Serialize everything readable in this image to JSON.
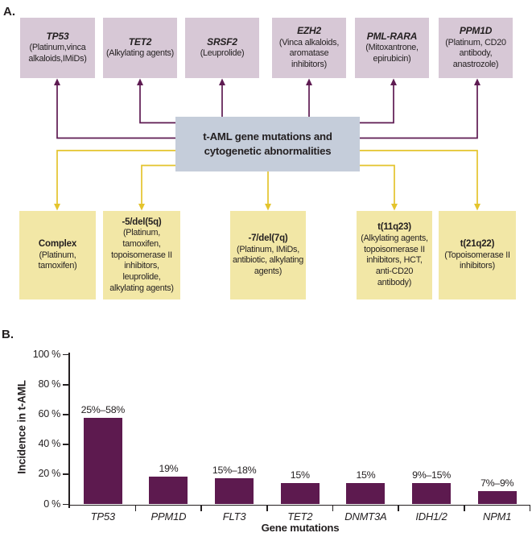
{
  "panel_a": {
    "label": "A.",
    "hub": {
      "text": "t-AML gene mutations and cytogenetic abnormalities"
    },
    "top_boxes": [
      {
        "gene": "TP53",
        "drugs": "(Platinum,vinca alkaloids,IMiDs)"
      },
      {
        "gene": "TET2",
        "drugs": "(Alkylating agents)"
      },
      {
        "gene": "SRSF2",
        "drugs": "(Leuprolide)"
      },
      {
        "gene": "EZH2",
        "drugs": "(Vinca alkaloids, aromatase inhibitors)"
      },
      {
        "gene": "PML-RARA",
        "drugs": "(Mitoxantrone, epirubicin)"
      },
      {
        "gene": "PPM1D",
        "drugs": "(Platinum, CD20 antibody, anastrozole)"
      }
    ],
    "bottom_boxes": [
      {
        "abnormality": "Complex",
        "drugs": "(Platinum, tamoxifen)"
      },
      {
        "abnormality": "-5/del(5q)",
        "drugs": "(Platinum, tamoxifen, topoisomerase II inhibitors, leuprolide, alkylating agents)"
      },
      {
        "abnormality": "-7/del(7q)",
        "drugs": "(Platinum, IMiDs, antibiotic, alkylating agents)"
      },
      {
        "abnormality": "t(11q23)",
        "drugs": "(Alkylating agents, topoisomerase II inhibitors, HCT, anti-CD20 antibody)"
      },
      {
        "abnormality": "t(21q22)",
        "drugs": "(Topoisomerase II inhibitors)"
      }
    ],
    "colors": {
      "gene_box": "#d7c8d6",
      "hub_box": "#c5cdda",
      "abnormality_box": "#f2e7a6",
      "gene_arrow": "#5e1b52",
      "abnormality_arrow": "#e4c42d"
    }
  },
  "panel_b": {
    "label": "B."
  },
  "chart_data": {
    "type": "bar",
    "categories": [
      "TP53",
      "PPM1D",
      "FLT3",
      "TET2",
      "DNMT3A",
      "IDH1/2",
      "NPM1"
    ],
    "values": [
      58,
      18.5,
      17.5,
      14.5,
      14.5,
      14.5,
      9
    ],
    "value_labels": [
      "25%–58%",
      "19%",
      "15%–18%",
      "15%",
      "15%",
      "9%–15%",
      "7%–9%"
    ],
    "title": "",
    "ylabel": "Incidence in t-AML",
    "xlabel": "Gene mutations",
    "ylim": [
      0,
      100
    ],
    "yticks": [
      0,
      20,
      40,
      60,
      80,
      100
    ],
    "ytick_labels": [
      "0 %",
      "20 %",
      "40 %",
      "60 %",
      "80 %",
      "100 %"
    ],
    "grid": false,
    "legend": false,
    "bar_color": "#5d1a4f"
  }
}
